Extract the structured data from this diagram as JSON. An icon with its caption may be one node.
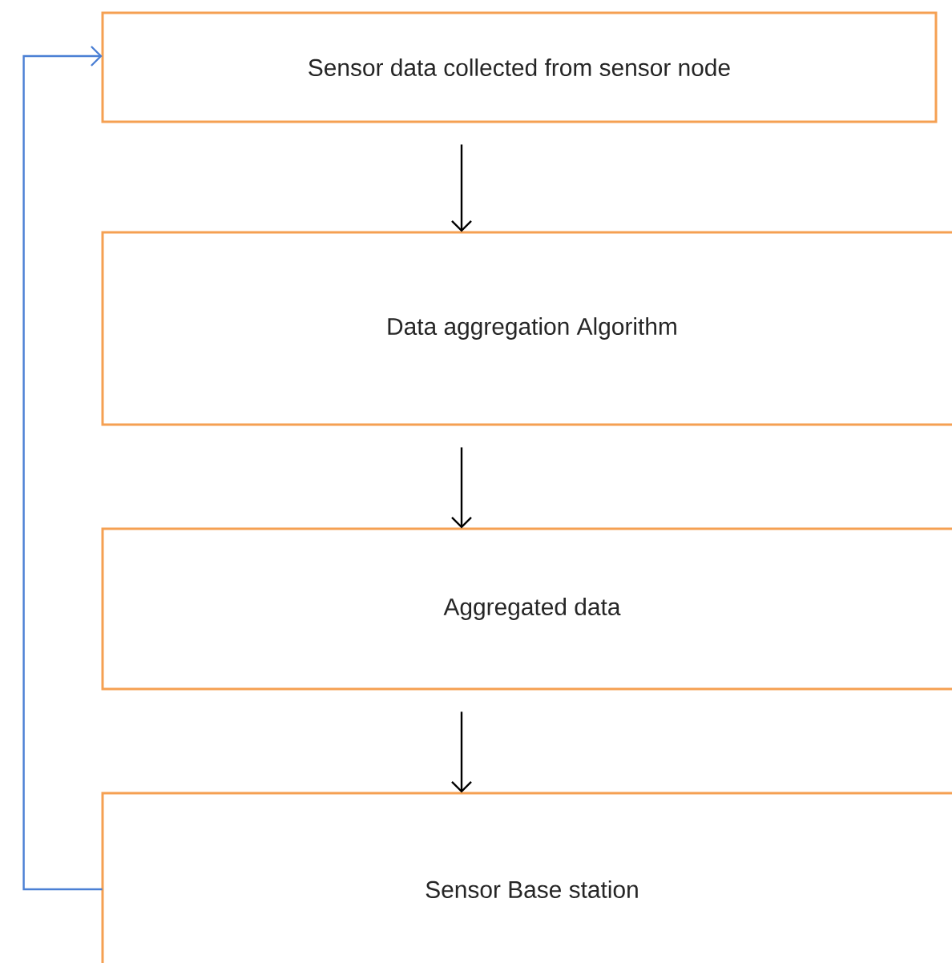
{
  "diagram": {
    "nodes": [
      {
        "text": [
          "Sensor data collected from sensor node"
        ]
      },
      {
        "text": [
          "Data aggregation Algorithm"
        ]
      },
      {
        "text": [
          "Aggregated data"
        ]
      },
      {
        "text": [
          "Sensor Base station"
        ]
      }
    ],
    "edges": [
      {
        "from": 0,
        "to": 1,
        "arrow": "to"
      },
      {
        "from": 1,
        "to": 2,
        "arrow": "to"
      },
      {
        "from": 2,
        "to": 3,
        "arrow": "to"
      },
      {
        "from": 3,
        "to": 0,
        "arrow": "to",
        "color": "#4a7fd4"
      }
    ]
  }
}
